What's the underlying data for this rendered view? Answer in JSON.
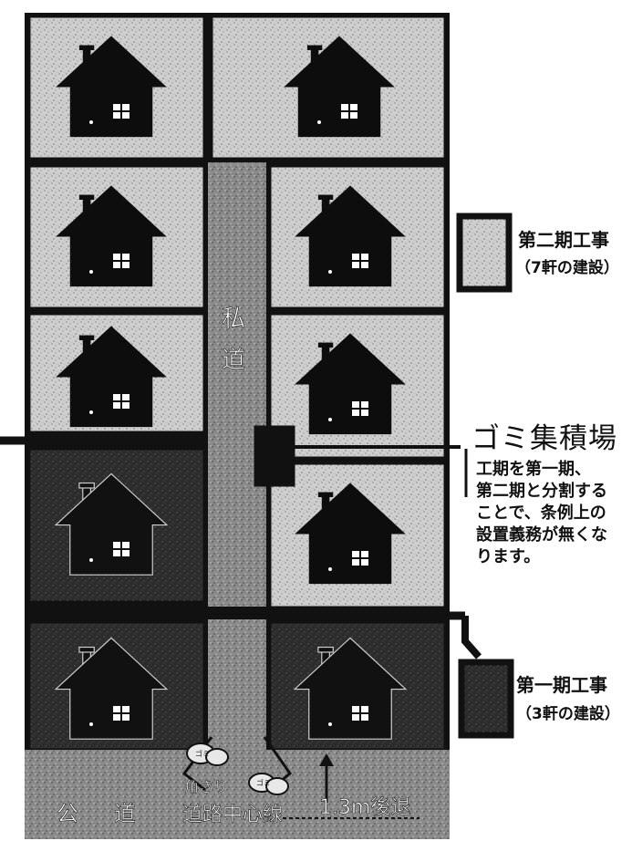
{
  "road": {
    "private_road_chars": [
      "私",
      "道"
    ],
    "public_road_chars": [
      "公",
      "道"
    ],
    "corner_cut": "角きり",
    "center_line": "道路中心線",
    "setback": "1.3m後退",
    "garbage_bag_mark": "ゴミ"
  },
  "garbage_station": {
    "title": "ゴミ集積場",
    "note_lines": [
      "工期を第一期、",
      "第二期と分割する",
      "ことで、条例上の",
      "設置義務が無くな",
      "ります。"
    ]
  },
  "legend": {
    "phase2": {
      "title": "第二期工事",
      "subtitle": "（7軒の建設）",
      "color": "#c9c9c9"
    },
    "phase1": {
      "title": "第一期工事",
      "subtitle": "（3軒の建設）",
      "color": "#2e2e2e"
    }
  },
  "lots": [
    {
      "id": "lot-1",
      "phase": 2
    },
    {
      "id": "lot-2",
      "phase": 2
    },
    {
      "id": "lot-3",
      "phase": 2
    },
    {
      "id": "lot-4",
      "phase": 2
    },
    {
      "id": "lot-5",
      "phase": 2
    },
    {
      "id": "lot-6",
      "phase": 2
    },
    {
      "id": "lot-7",
      "phase": 1
    },
    {
      "id": "lot-8",
      "phase": 2
    },
    {
      "id": "lot-9",
      "phase": 1
    },
    {
      "id": "lot-10",
      "phase": 1
    }
  ],
  "colors": {
    "phase2_fill": "#c9c9c9",
    "phase1_fill": "#2f2f2f",
    "road_fill": "#7a7a7a",
    "frame": "#111111",
    "house": "#0d0d0d"
  }
}
